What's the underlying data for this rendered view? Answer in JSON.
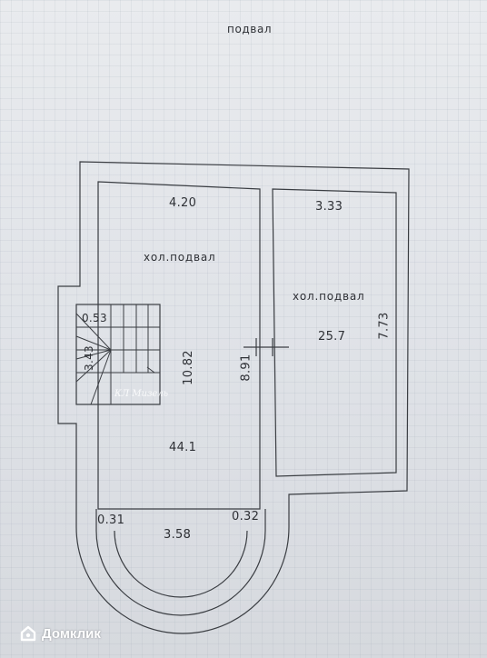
{
  "plan": {
    "title": "подвал",
    "rooms": [
      {
        "name": "хол.подвал",
        "width": "4.20",
        "length": "10.82",
        "area": "44.1"
      },
      {
        "name": "хол.подвал",
        "width": "3.33",
        "length": "7.73",
        "area": "25.7"
      }
    ],
    "stairs": {
      "width": "0.53",
      "length": "3.43"
    },
    "wall_length": "8.91",
    "bay": {
      "width": "3.58",
      "left_offset": "0.31",
      "right_offset": "0.32"
    },
    "stamp_text": "КЛ Мизель"
  },
  "brand": {
    "watermark": "Домклик"
  }
}
